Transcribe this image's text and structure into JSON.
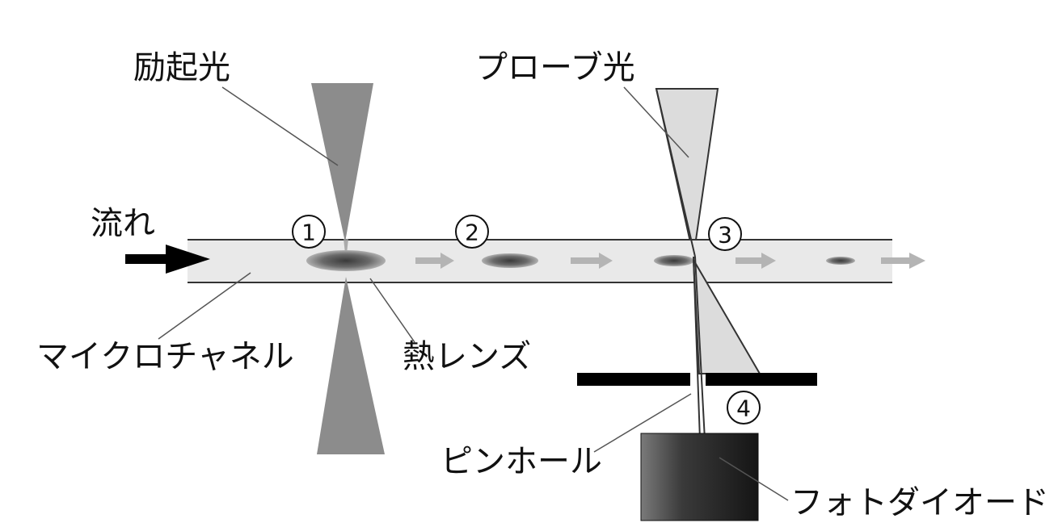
{
  "labels": {
    "excitation_light": "励起光",
    "probe_light": "プローブ光",
    "flow": "流れ",
    "microchannel": "マイクロチャネル",
    "thermal_lens": "熱レンズ",
    "pinhole": "ピンホール",
    "photodiode": "フォトダイオード"
  },
  "markers": [
    "1",
    "2",
    "3",
    "4"
  ],
  "colors": {
    "channel_fill": "#e9e9e9",
    "channel_border": "#333333",
    "excitation_beam": "#8c8c8c",
    "probe_beam": "#dcdcdc",
    "arrow_dark": "#000000",
    "arrow_light": "#b4b4b4",
    "pinhole_plate": "#000000",
    "photodiode": "#2a2a2a"
  }
}
